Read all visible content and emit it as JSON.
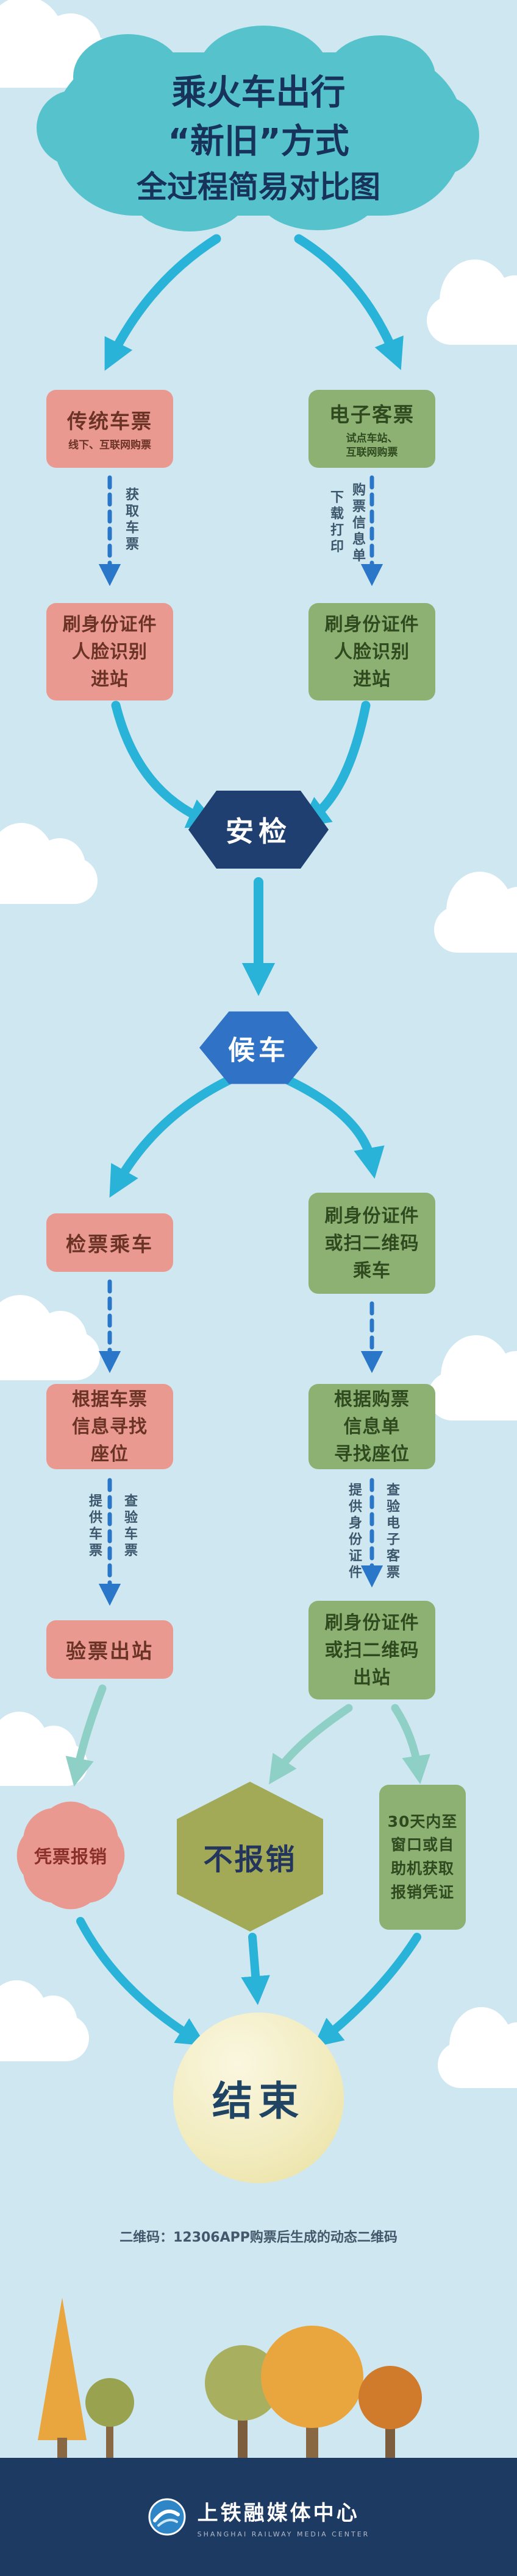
{
  "title": {
    "line1": "乘火车出行",
    "line2": "“新旧”方式",
    "line3": "全过程简易对比图"
  },
  "left": {
    "box1_title": "传统车票",
    "box1_sub": "线下、互联网购票",
    "get_ticket_label": "获取车票",
    "enter_station": "刷身份证件\n人脸识别\n进站",
    "board": "检票乘车",
    "find_seat": "根据车票\n信息寻找\n座位",
    "provide_label": "提供车票",
    "check_label": "查验车票",
    "exit": "验票出站",
    "reimburse_badge": "凭票报销"
  },
  "right": {
    "box1_title": "电子客票",
    "box1_sub": "试点车站、\n互联网购票",
    "download_label": "下载打印",
    "info_sheet_label": "购票信息单",
    "enter_station": "刷身份证件\n人脸识别\n进站",
    "board": "刷身份证件\n或扫二维码\n乘车",
    "find_seat": "根据购票\n信息单\n寻找座位",
    "provide_label": "提供身份证件",
    "check_label": "查验电子客票",
    "exit": "刷身份证件\n或扫二维码\n出站",
    "reimburse_box": "30天内至\n窗口或自\n助机获取\n报销凭证"
  },
  "center": {
    "security": "安检",
    "waiting": "候车",
    "no_reimburse": "不报销",
    "end": "结束"
  },
  "footnote": "二维码：12306APP购票后生成的动态二维码",
  "footer": {
    "name": "上铁融媒体中心",
    "subtext": "SHANGHAI RAILWAY MEDIA CENTER"
  },
  "colors": {
    "background": "#cfe7f0",
    "title_cloud": "#56c3cc",
    "pink": "#e9998f",
    "green": "#8cb173",
    "cyan_arrow": "#2ab3d8",
    "dashed_arrow": "#2a77c9",
    "teal_arrow": "#8ecfc6",
    "security_navy": "#1e3f70",
    "waiting_blue": "#2f72c6",
    "olive_hex": "#a2aa57",
    "end_yellow": "#f2ecc0",
    "footer_navy": "#1d3a63"
  }
}
